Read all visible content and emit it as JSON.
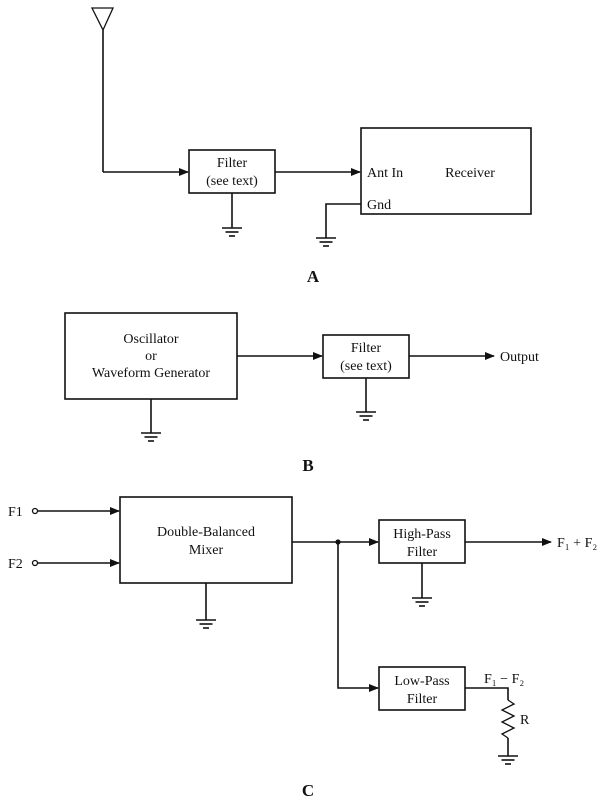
{
  "diagram_a": {
    "filter_line1": "Filter",
    "filter_line2": "(see text)",
    "ant_in": "Ant In",
    "receiver": "Receiver",
    "gnd": "Gnd",
    "label": "A"
  },
  "diagram_b": {
    "osc_line1": "Oscillator",
    "osc_line2": "or",
    "osc_line3": "Waveform Generator",
    "filter_line1": "Filter",
    "filter_line2": "(see text)",
    "output": "Output",
    "label": "B"
  },
  "diagram_c": {
    "f1": "F1",
    "f2": "F2",
    "mixer_line1": "Double-Balanced",
    "mixer_line2": "Mixer",
    "hp_line1": "High-Pass",
    "hp_line2": "Filter",
    "lp_line1": "Low-Pass",
    "lp_line2": "Filter",
    "sum_out": "F₁ + F₂",
    "diff_out": "F₁ − F₂",
    "resistor": "R",
    "label": "C"
  }
}
